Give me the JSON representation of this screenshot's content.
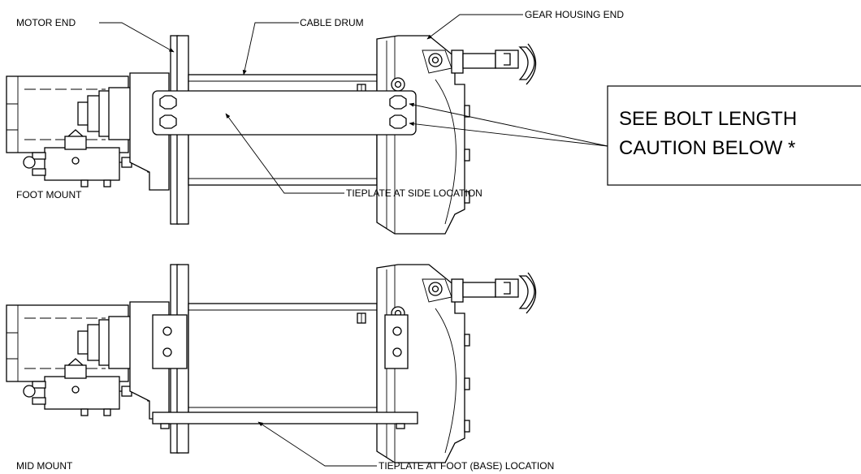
{
  "labels": {
    "motor_end": "MOTOR END",
    "cable_drum": "CABLE DRUM",
    "gear_housing_end": "GEAR HOUSING END",
    "foot_mount": "FOOT MOUNT",
    "tieplate_side": "TIEPLATE AT SIDE LOCATION",
    "mid_mount": "MID MOUNT",
    "tieplate_foot": "TIEPLATE AT FOOT (BASE) LOCATION"
  },
  "caution": {
    "line1": "SEE BOLT LENGTH",
    "line2": "CAUTION BELOW *"
  }
}
